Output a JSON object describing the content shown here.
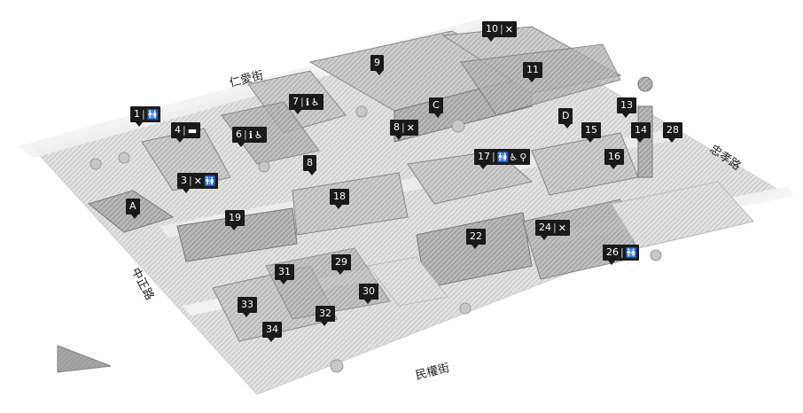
{
  "streets": {
    "renai": "仁愛街",
    "zhongzheng": "中正路",
    "minquan": "民權街",
    "right": "忠孝路"
  },
  "markers": [
    {
      "id": "m1",
      "label": "1",
      "icons": [
        "toilet"
      ]
    },
    {
      "id": "m3",
      "label": "3",
      "icons": [
        "food",
        "toilet"
      ]
    },
    {
      "id": "m4",
      "label": "4",
      "icons": [
        "bath"
      ]
    },
    {
      "id": "m6",
      "label": "6",
      "icons": [
        "info",
        "accessible"
      ]
    },
    {
      "id": "m7",
      "label": "7",
      "icons": [
        "info",
        "accessible"
      ]
    },
    {
      "id": "m8",
      "label": "8",
      "icons": []
    },
    {
      "id": "m8b",
      "label": "8",
      "icons": [
        "food"
      ]
    },
    {
      "id": "m9",
      "label": "9",
      "icons": []
    },
    {
      "id": "m10",
      "label": "10",
      "icons": [
        "food"
      ]
    },
    {
      "id": "m11",
      "label": "11",
      "icons": []
    },
    {
      "id": "mC",
      "label": "C",
      "icons": []
    },
    {
      "id": "mD",
      "label": "D",
      "icons": []
    },
    {
      "id": "m13",
      "label": "13",
      "icons": []
    },
    {
      "id": "m14",
      "label": "14",
      "icons": []
    },
    {
      "id": "m15",
      "label": "15",
      "icons": []
    },
    {
      "id": "m16",
      "label": "16",
      "icons": []
    },
    {
      "id": "m17",
      "label": "17",
      "icons": [
        "toilet",
        "accessible",
        "stroller"
      ]
    },
    {
      "id": "m18",
      "label": "18",
      "icons": []
    },
    {
      "id": "m19",
      "label": "19",
      "icons": []
    },
    {
      "id": "m22",
      "label": "22",
      "icons": []
    },
    {
      "id": "m24",
      "label": "24",
      "icons": [
        "food"
      ]
    },
    {
      "id": "m26",
      "label": "26",
      "icons": [
        "toilet"
      ]
    },
    {
      "id": "m28",
      "label": "28",
      "icons": []
    },
    {
      "id": "mA",
      "label": "A",
      "icons": []
    },
    {
      "id": "m29",
      "label": "29",
      "icons": []
    },
    {
      "id": "m30",
      "label": "30",
      "icons": []
    },
    {
      "id": "m31",
      "label": "31",
      "icons": []
    },
    {
      "id": "m32",
      "label": "32",
      "icons": []
    },
    {
      "id": "m33",
      "label": "33",
      "icons": []
    },
    {
      "id": "m34",
      "label": "34",
      "icons": []
    }
  ],
  "icon_glyphs": {
    "toilet": "🚻",
    "food": "✕",
    "bath": "▬",
    "info": "ℹ",
    "accessible": "♿",
    "stroller": "⚲"
  }
}
